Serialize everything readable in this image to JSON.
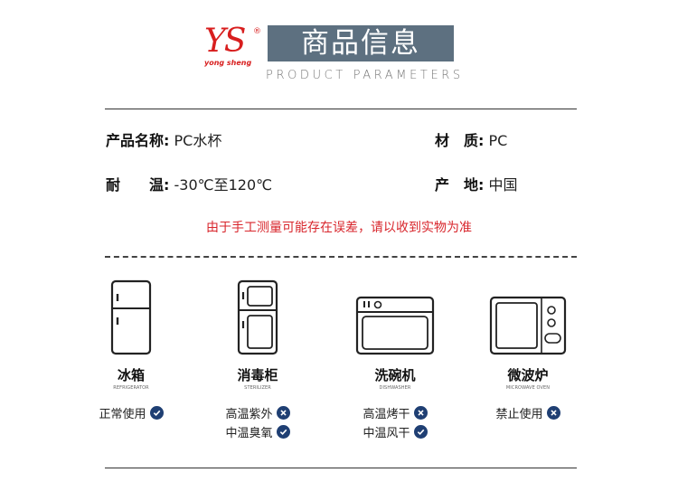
{
  "brand": {
    "mark": "YS",
    "registered": "®",
    "name": "yong sheng"
  },
  "header": {
    "title_cn": "商品信息",
    "title_en": "PRODUCT PARAMETERS"
  },
  "specs": {
    "name_label": "产品名称:",
    "name_value": "PC水杯",
    "material_label": "材　质:",
    "material_value": "PC",
    "temp_label": "耐　　温:",
    "temp_value": "-30℃至120℃",
    "origin_label": "产　地:",
    "origin_value": "中国"
  },
  "note": "由于手工测量可能存在误差，请以收到实物为准",
  "colors": {
    "accent": "#5d7080",
    "note": "#d8262c",
    "badge": "#1f3f73"
  },
  "appliances": [
    {
      "name": "冰箱",
      "en": "REFRIGERATOR",
      "icon": "refrigerator-icon",
      "uses": [
        {
          "label": "正常使用",
          "status": "allowed"
        }
      ]
    },
    {
      "name": "消毒柜",
      "en": "STERILIZER",
      "icon": "sterilizer-icon",
      "uses": [
        {
          "label": "高温紫外",
          "status": "forbidden"
        },
        {
          "label": "中温臭氧",
          "status": "allowed"
        }
      ]
    },
    {
      "name": "洗碗机",
      "en": "DISHWASHER",
      "icon": "dishwasher-icon",
      "uses": [
        {
          "label": "高温烤干",
          "status": "forbidden"
        },
        {
          "label": "中温风干",
          "status": "allowed"
        }
      ]
    },
    {
      "name": "微波炉",
      "en": "MICROWAVE OVEN",
      "icon": "microwave-icon",
      "uses": [
        {
          "label": "禁止使用",
          "status": "forbidden"
        }
      ]
    }
  ]
}
